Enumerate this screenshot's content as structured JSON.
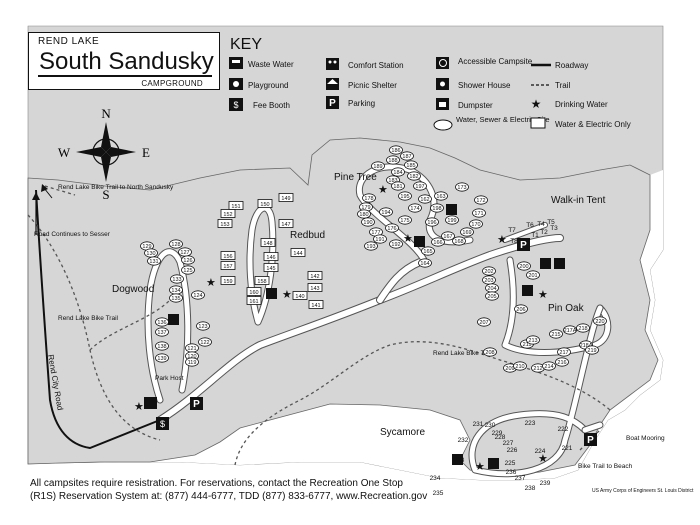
{
  "title": {
    "top": "REND LAKE",
    "main": "South Sandusky",
    "sub": "CAMPGROUND"
  },
  "key": {
    "heading": "KEY",
    "items": [
      {
        "icon": "waste-water-icon",
        "label": "Waste Water"
      },
      {
        "icon": "playground-icon",
        "label": "Playground"
      },
      {
        "icon": "fee-booth-icon",
        "label": "Fee Booth"
      },
      {
        "icon": "comfort-station-icon",
        "label": "Comfort Station"
      },
      {
        "icon": "picnic-shelter-icon",
        "label": "Picnic Shelter"
      },
      {
        "icon": "parking-icon",
        "label": "Parking"
      },
      {
        "icon": "accessible-campsite-icon",
        "label": "Accessible Campsite"
      },
      {
        "icon": "shower-house-icon",
        "label": "Shower House"
      },
      {
        "icon": "dumpster-icon",
        "label": "Dumpster"
      },
      {
        "icon": "water-sewer-electric-icon",
        "label": "Water, Sewer & Electric Site"
      },
      {
        "icon": "roadway-icon",
        "label": "Roadway"
      },
      {
        "icon": "trail-icon",
        "label": "Trail"
      },
      {
        "icon": "drinking-water-icon",
        "label": "Drinking Water"
      },
      {
        "icon": "water-electric-icon",
        "label": "Water & Electric Only"
      }
    ]
  },
  "areas": {
    "pine_tree": "Pine Tree",
    "redbud": "Redbud",
    "dogwood": "Dogwood",
    "pin_oak": "Pin Oak",
    "sycamore": "Sycamore",
    "walk_in_tent": "Walk-in Tent",
    "park_host": "Park Host"
  },
  "map_labels": {
    "bike_trail_north": "Rend Lake Bike Trail to North Sandusky",
    "road_to_sesser": "Road Continues to Sesser",
    "bike_trail_west": "Rend Lake Bike Trail",
    "bike_trail_center": "Rend Lake Bike Trail",
    "rend_city_road": "Rend City Road",
    "boat_mooring": "Boat Mooring",
    "bike_trail_beach": "Bike Trail to Beach",
    "credit": "US Army Corps of Engineers St. Louis District"
  },
  "footer": {
    "line1": "All campsites require resistration. For reservations, contact the Recreation One Stop",
    "line2": "(R1S) Reservation System at: (877) 444-6777, TDD (877) 833-6777, www.Recreation.gov"
  },
  "compass": [
    "N",
    "S",
    "E",
    "W"
  ],
  "sites": {
    "dogwood": [
      "128",
      "129",
      "130",
      "131",
      "127",
      "126",
      "125",
      "133",
      "124",
      "134",
      "135",
      "136",
      "137",
      "138",
      "139",
      "123",
      "122",
      "121",
      "120",
      "119"
    ],
    "redbud": [
      "150",
      "151",
      "152",
      "153",
      "149",
      "147",
      "148",
      "146",
      "144",
      "145",
      "156",
      "157",
      "159",
      "158",
      "142",
      "143",
      "141",
      "140",
      "160",
      "161"
    ],
    "pine_tree": [
      "186",
      "187",
      "188",
      "189",
      "185",
      "184",
      "183",
      "182",
      "181",
      "173",
      "172",
      "171",
      "170",
      "169",
      "168",
      "167",
      "166",
      "165",
      "164",
      "163",
      "162",
      "174",
      "175",
      "176",
      "177",
      "178",
      "179",
      "180",
      "190",
      "191",
      "192",
      "193",
      "194",
      "195",
      "196",
      "197",
      "198",
      "199"
    ],
    "walk_in": [
      "T1",
      "T2",
      "T3",
      "T4",
      "T5",
      "T6",
      "T7",
      "T8"
    ],
    "pin_oak": [
      "200",
      "201",
      "202",
      "203",
      "204",
      "205",
      "206",
      "207",
      "208",
      "209",
      "210",
      "211",
      "212",
      "213",
      "214",
      "215",
      "216",
      "217",
      "217A",
      "218",
      "218A",
      "219",
      "220"
    ],
    "sycamore": [
      "221",
      "222",
      "223",
      "224",
      "225",
      "226",
      "227",
      "228",
      "229",
      "230",
      "231",
      "232",
      "233",
      "234",
      "235",
      "236",
      "237",
      "238",
      "239"
    ]
  },
  "colors": {
    "land": "#d6d6d6",
    "water": "#ffffff",
    "ink": "#111111",
    "road": "#ffffff"
  }
}
